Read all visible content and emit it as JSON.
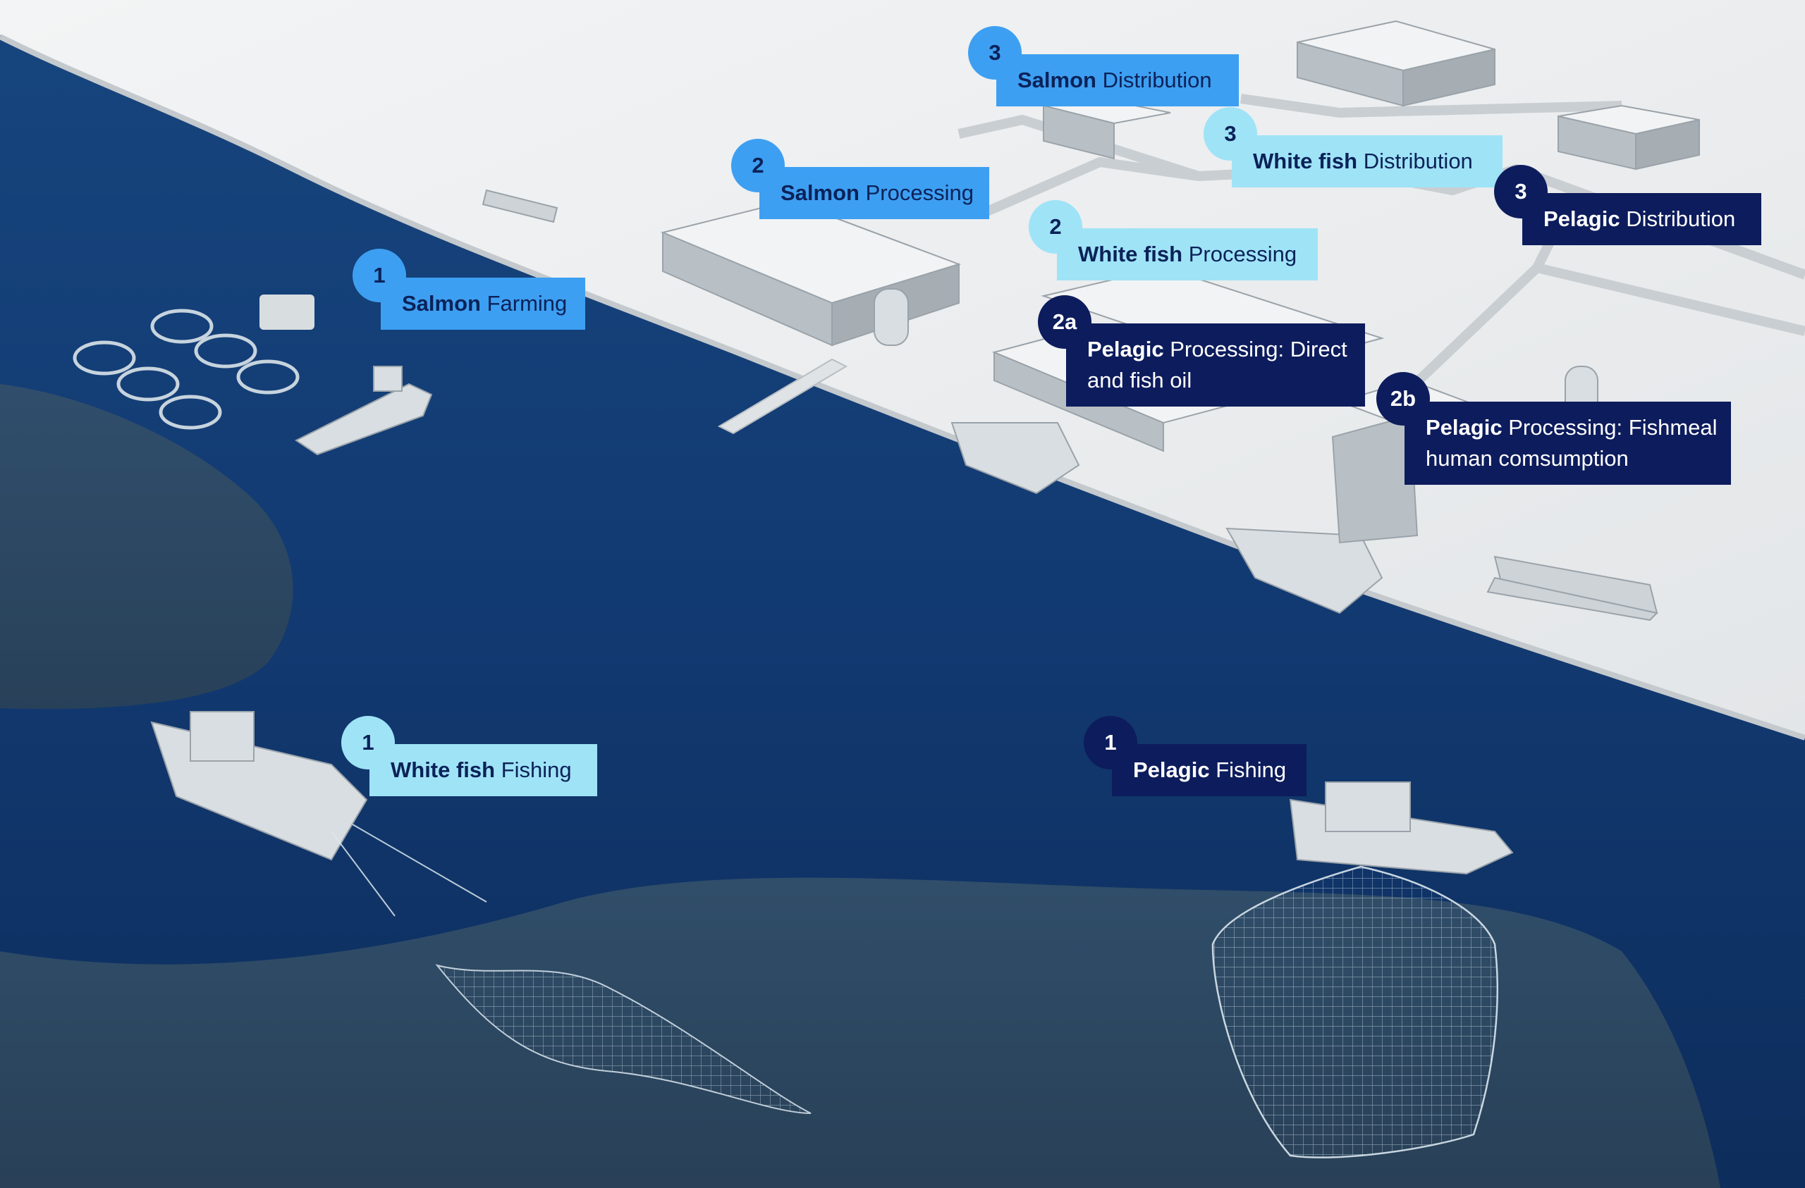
{
  "labels": [
    {
      "id": "salmon-farming",
      "group": "salmon",
      "step": "1",
      "bold": "Salmon",
      "text": "Farming"
    },
    {
      "id": "salmon-processing",
      "group": "salmon",
      "step": "2",
      "bold": "Salmon",
      "text": "Processing"
    },
    {
      "id": "salmon-distribution",
      "group": "salmon",
      "step": "3",
      "bold": "Salmon",
      "text": "Distribution"
    },
    {
      "id": "whitefish-fishing",
      "group": "white",
      "step": "1",
      "bold": "White fish",
      "text": "Fishing"
    },
    {
      "id": "whitefish-processing",
      "group": "white",
      "step": "2",
      "bold": "White fish",
      "text": "Processing"
    },
    {
      "id": "whitefish-distribution",
      "group": "white",
      "step": "3",
      "bold": "White fish",
      "text": "Distribution"
    },
    {
      "id": "pelagic-fishing",
      "group": "pelagic",
      "step": "1",
      "bold": "Pelagic",
      "text": "Fishing"
    },
    {
      "id": "pelagic-processing-direct",
      "group": "pelagic",
      "step": "2a",
      "bold": "Pelagic",
      "text": "Processing: Direct",
      "line2": "and fish oil"
    },
    {
      "id": "pelagic-processing-fishmeal",
      "group": "pelagic",
      "step": "2b",
      "bold": "Pelagic",
      "text": "Processing: Fishmeal",
      "line2": "human comsumption"
    },
    {
      "id": "pelagic-distribution",
      "group": "pelagic",
      "step": "3",
      "bold": "Pelagic",
      "text": "Distribution"
    }
  ],
  "colors": {
    "salmon": "#3d9ff2",
    "white_fish": "#9fe3f7",
    "pelagic": "#0d1c5c",
    "sea": "#123c78",
    "land": "#e9ecee"
  }
}
